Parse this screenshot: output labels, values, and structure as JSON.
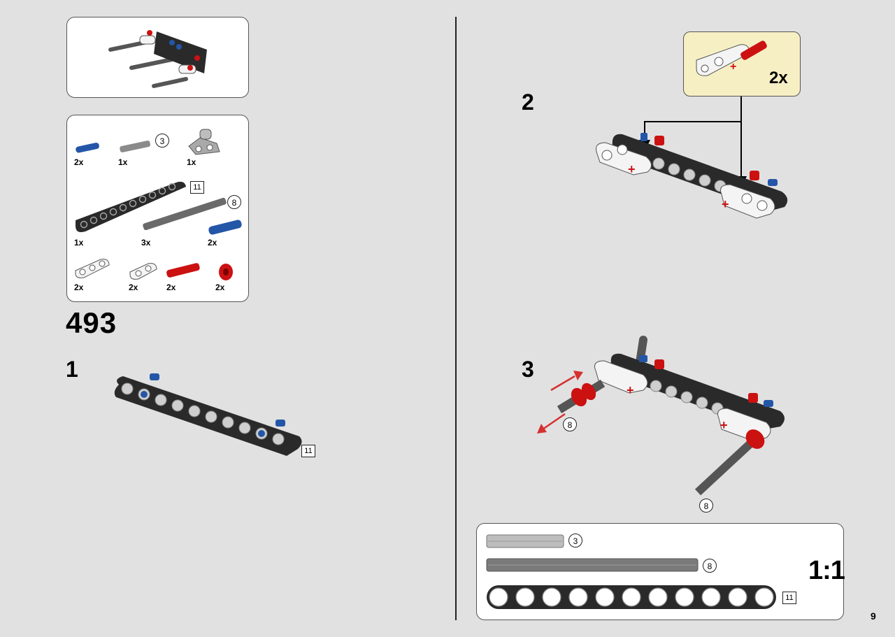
{
  "set_number": "493",
  "page_number": "9",
  "parts_list": {
    "row1": [
      {
        "qty": "2x",
        "name": "blue-pin"
      },
      {
        "qty": "1x",
        "name": "axle-3",
        "length": "3"
      },
      {
        "qty": "1x",
        "name": "gray-connector"
      }
    ],
    "row2": [
      {
        "qty": "1x",
        "name": "beam-11",
        "length": "11"
      },
      {
        "qty": "3x",
        "name": "axle-8",
        "length": "8"
      },
      {
        "qty": "2x",
        "name": "blue-axle-pin"
      }
    ],
    "row3": [
      {
        "qty": "2x",
        "name": "white-beam-3"
      },
      {
        "qty": "2x",
        "name": "white-connector"
      },
      {
        "qty": "2x",
        "name": "red-axle-pin"
      },
      {
        "qty": "2x",
        "name": "red-bush"
      }
    ]
  },
  "steps": {
    "step1": {
      "number": "1",
      "beam_length": "11"
    },
    "step2": {
      "number": "2",
      "callout_qty": "2x"
    },
    "step3": {
      "number": "3",
      "axle_length_a": "8",
      "axle_length_b": "8"
    }
  },
  "scale_box": {
    "label": "1:1",
    "items": [
      {
        "name": "axle-3",
        "length": "3"
      },
      {
        "name": "axle-8",
        "length": "8"
      },
      {
        "name": "beam-11",
        "length": "11"
      }
    ]
  },
  "colors": {
    "background": "#e1e1e1",
    "callout": "#f7efc4",
    "beam_black": "#2a2a2a",
    "pin_blue": "#2456a8",
    "pin_red": "#cc1111",
    "axle_gray": "#6a6a6a"
  }
}
